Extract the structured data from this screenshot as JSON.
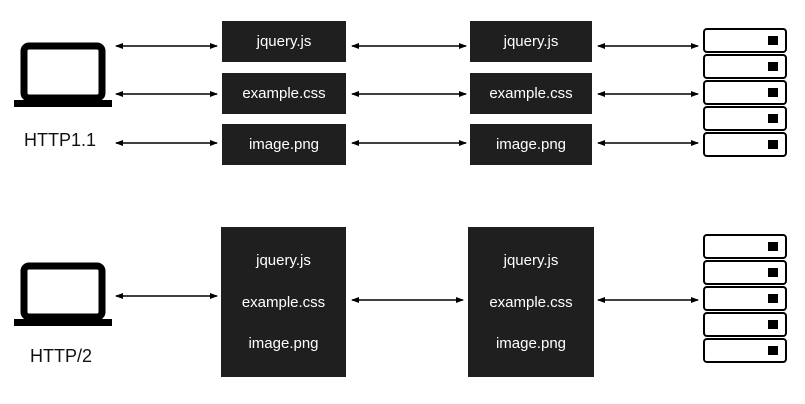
{
  "http1": {
    "label": "HTTP1.1",
    "stage1": [
      "jquery.js",
      "example.css",
      "image.png"
    ],
    "stage2": [
      "jquery.js",
      "example.css",
      "image.png"
    ]
  },
  "http2": {
    "label": "HTTP/2",
    "stage1": [
      "jquery.js",
      "example.css",
      "image.png"
    ],
    "stage2": [
      "jquery.js",
      "example.css",
      "image.png"
    ]
  },
  "icons": {
    "client": "laptop-icon",
    "server": "server-rack-icon"
  },
  "colors": {
    "box": "#1f1f1f",
    "box_text": "#ffffff",
    "stroke": "#000000"
  }
}
